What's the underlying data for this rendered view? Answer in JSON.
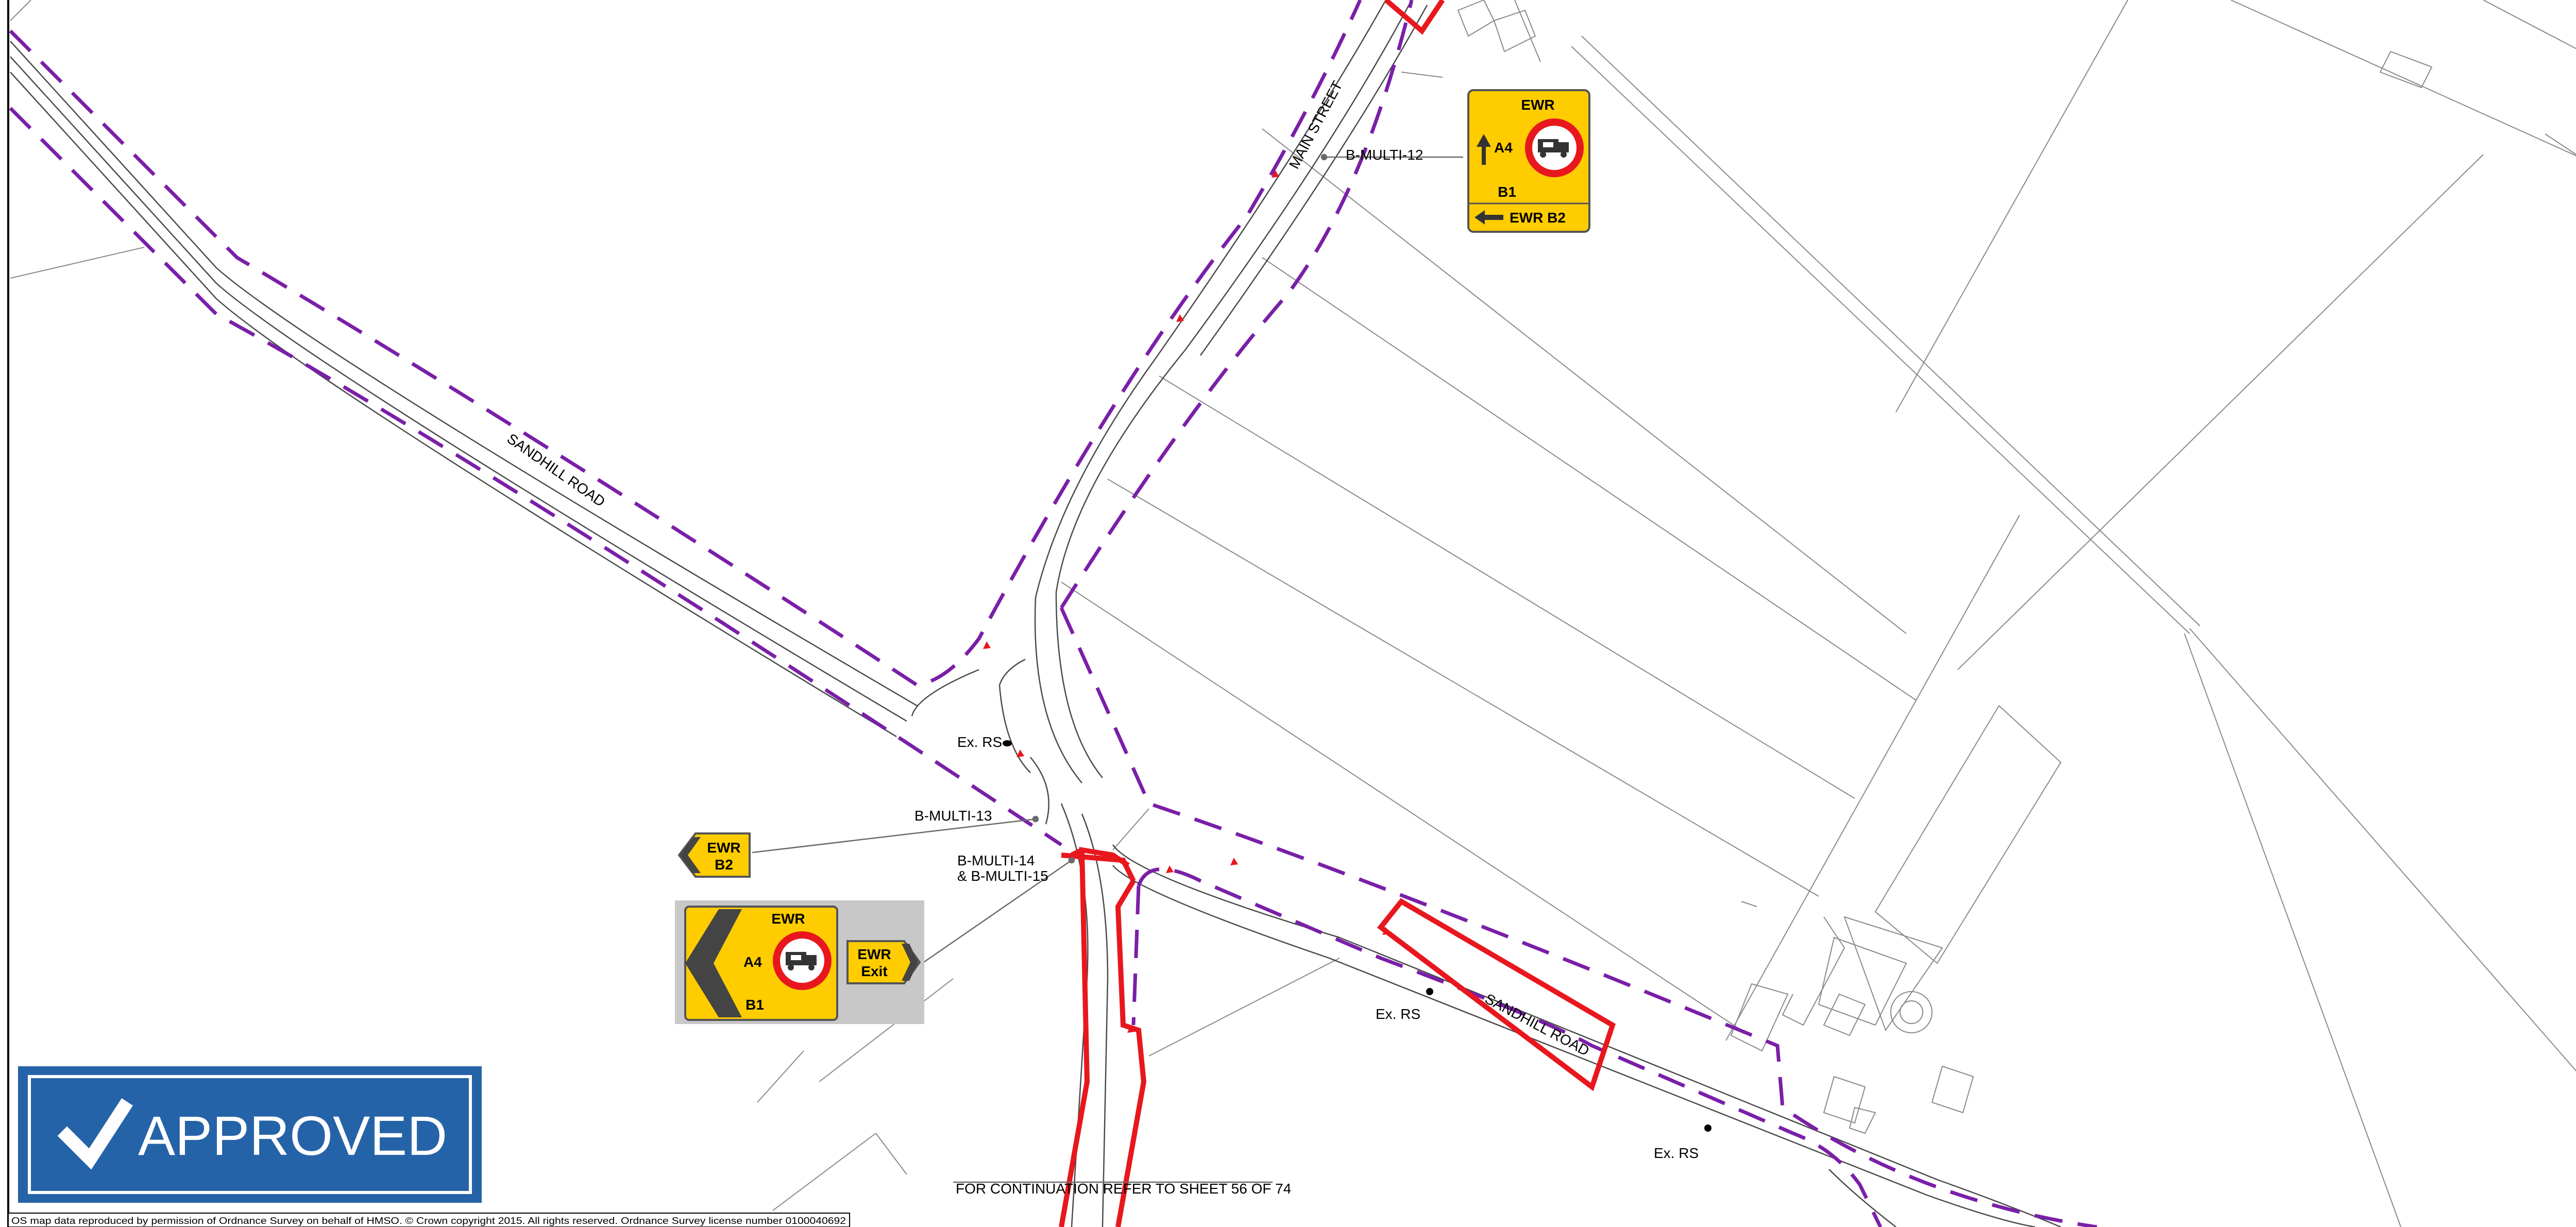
{
  "roads": {
    "main_street": "MAIN STREET",
    "sandhill_upper": "SANDHILL ROAD",
    "sandhill_lower": "SANDHILL ROAD"
  },
  "labels": {
    "b_multi_12": "B-MULTI-12",
    "b_multi_13": "B-MULTI-13",
    "b_multi_14_line1": "B-MULTI-14",
    "b_multi_14_line2": "& B-MULTI-15",
    "ex_rs_1": "Ex. RS",
    "ex_rs_2": "Ex. RS",
    "ex_rs_3": "Ex. RS"
  },
  "signs": {
    "multi12": {
      "top": "EWR",
      "road": "A4",
      "bottom": "B1",
      "exit": "EWR B2"
    },
    "multi13": {
      "line1": "EWR",
      "line2": "B2"
    },
    "multi14": {
      "top": "EWR",
      "road": "A4",
      "bottom": "B1"
    },
    "multi15": {
      "line1": "EWR",
      "line2": "Exit"
    }
  },
  "continuation": "FOR CONTINUATION REFER TO SHEET 56 OF 74",
  "approved": {
    "label": "APPROVED"
  },
  "copyright": "OS map data reproduced by permission of Ordnance Survey on behalf of HMSO. © Crown copyright 2015. All rights reserved. Ordnance Survey license number 0100040692",
  "colors": {
    "boundary_purple": "#7a1fa8",
    "works_red": "#e8171e",
    "sign_yellow": "#ffcc00",
    "sign_grey": "#c8c8c8",
    "approved_blue": "#2563a8",
    "road_line": "#4a4a4a",
    "field_line": "#8a8a8a"
  }
}
